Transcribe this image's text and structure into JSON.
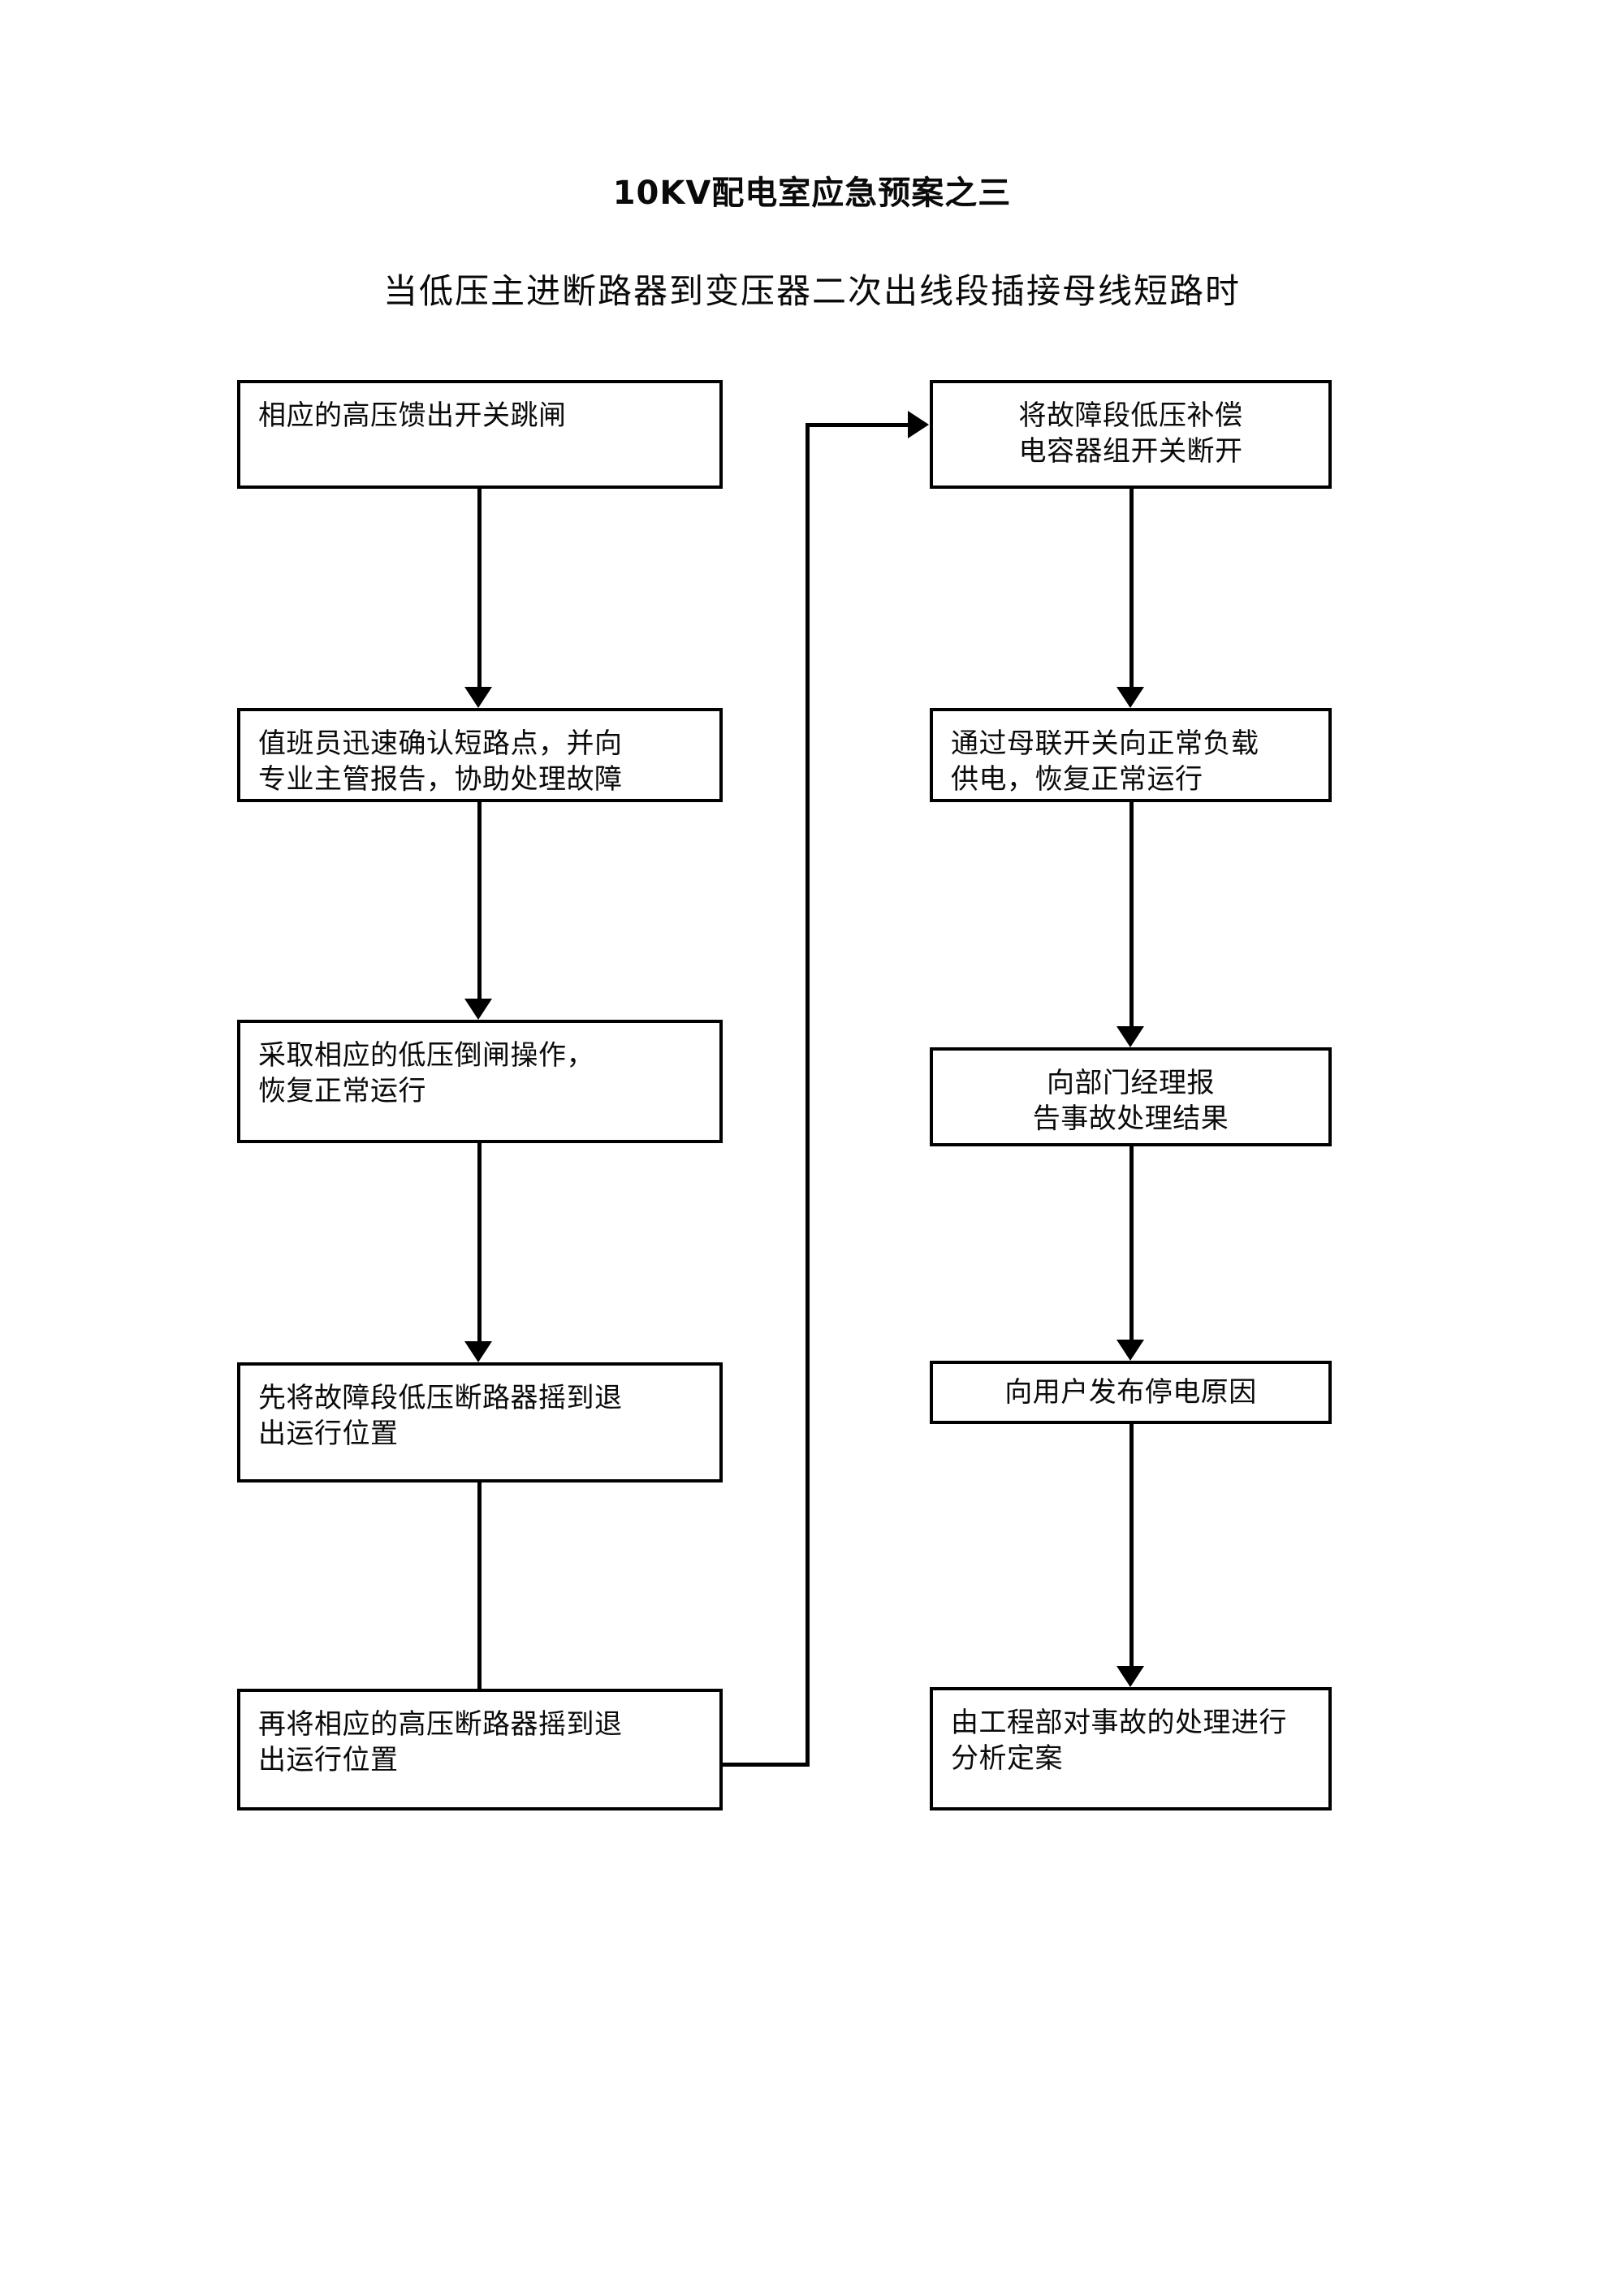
{
  "document": {
    "title": "10KV配电室应急预案之三",
    "subtitle": "当低压主进断路器到变压器二次出线段插接母线短路时"
  },
  "flowchart": {
    "type": "flowchart",
    "orientation": "two-column-vertical",
    "left_column": [
      {
        "id": "L1",
        "text": "相应的高压馈出开关跳闸",
        "align": "left",
        "lines": 1
      },
      {
        "id": "L2",
        "text": "值班员迅速确认短路点，并向\n专业主管报告，协助处理故障",
        "align": "left",
        "lines": 2
      },
      {
        "id": "L3",
        "text": "采取相应的低压倒闸操作，\n恢复正常运行",
        "align": "left",
        "lines": 2
      },
      {
        "id": "L4",
        "text": "先将故障段低压断路器摇到退\n出运行位置",
        "align": "left",
        "lines": 2
      },
      {
        "id": "L5",
        "text": "再将相应的高压断路器摇到退\n出运行位置",
        "align": "left",
        "lines": 2
      }
    ],
    "right_column": [
      {
        "id": "R1",
        "text": "将故障段低压补偿\n电容器组开关断开",
        "align": "center",
        "lines": 2
      },
      {
        "id": "R2",
        "text": "通过母联开关向正常负载\n供电，恢复正常运行",
        "align": "left",
        "lines": 2
      },
      {
        "id": "R3",
        "text": "向部门经理报\n告事故处理结果",
        "align": "center",
        "lines": 2
      },
      {
        "id": "R4",
        "text": "向用户发布停电原因",
        "align": "center",
        "lines": 1
      },
      {
        "id": "R5",
        "text": "由工程部对事故的处理进行\n分析定案",
        "align": "left",
        "lines": 2
      }
    ],
    "edges": [
      {
        "from": "L1",
        "to": "L2",
        "style": "arrow-down"
      },
      {
        "from": "L2",
        "to": "L3",
        "style": "arrow-down"
      },
      {
        "from": "L3",
        "to": "L4",
        "style": "arrow-down"
      },
      {
        "from": "L4",
        "to": "L5",
        "style": "plain-line"
      },
      {
        "from": "L5",
        "to": "R1",
        "style": "orthogonal-arrow-right"
      },
      {
        "from": "R1",
        "to": "R2",
        "style": "arrow-down"
      },
      {
        "from": "R2",
        "to": "R3",
        "style": "arrow-down"
      },
      {
        "from": "R3",
        "to": "R4",
        "style": "arrow-down"
      },
      {
        "from": "R4",
        "to": "R5",
        "style": "arrow-down"
      }
    ],
    "colors": {
      "stroke": "#000000",
      "fill": "#ffffff",
      "text": "#0a0a0a"
    }
  }
}
